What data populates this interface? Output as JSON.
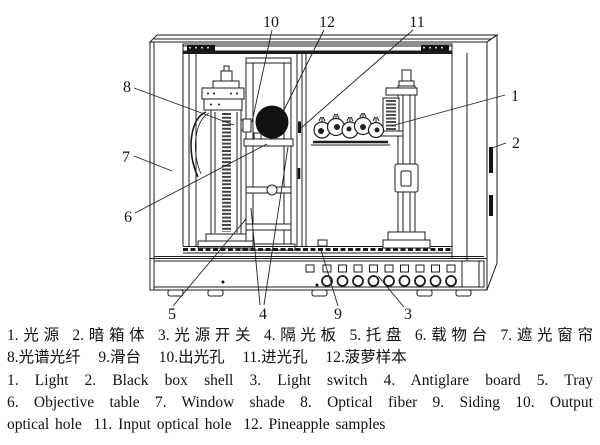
{
  "figure": {
    "callouts": [
      {
        "n": "1"
      },
      {
        "n": "2"
      },
      {
        "n": "3"
      },
      {
        "n": "4"
      },
      {
        "n": "5"
      },
      {
        "n": "6"
      },
      {
        "n": "7"
      },
      {
        "n": "8"
      },
      {
        "n": "9"
      },
      {
        "n": "10"
      },
      {
        "n": "11"
      },
      {
        "n": "12"
      }
    ]
  },
  "caption": {
    "zh_line_1": "1.光源  2.暗箱体  3.光源开关  4.隔光板  5.托盘  6.载物台  7.遮光窗帘",
    "zh_line_2": "8.光谱光纤  9.滑台  10.出光孔  11.进光孔  12.菠萝样本",
    "en_line_1": "1. Light  2. Black box shell  3. Light switch  4. Antiglare board  5. Tray",
    "en_line_2": "6. Objective table  7. Window shade  8. Optical fiber  9. Siding  10. Output",
    "en_line_3": "optical hole  11. Input optical hole  12. Pineapple samples"
  }
}
